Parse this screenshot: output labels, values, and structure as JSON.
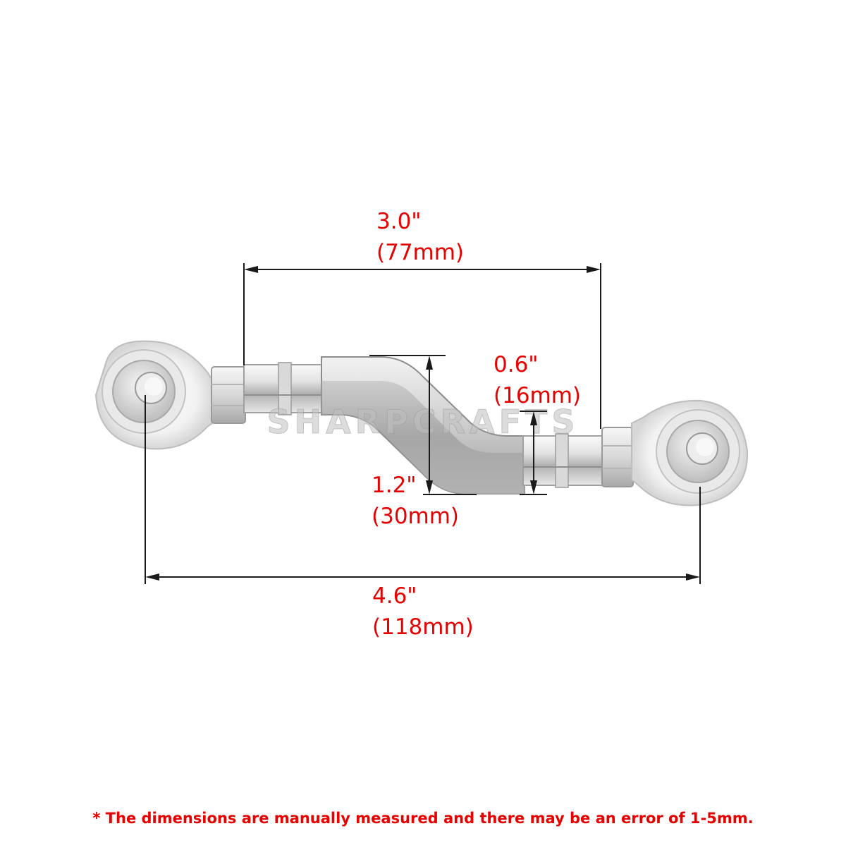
{
  "product": {
    "name": "adjustable rod with rod end bearings",
    "watermark": "SHARPCRAFTS"
  },
  "dimensions": {
    "overall_length": {
      "inches": "4.6\"",
      "mm": "(118mm)"
    },
    "center_length": {
      "inches": "3.0\"",
      "mm": "(77mm)"
    },
    "offset": {
      "inches": "1.2\"",
      "mm": "(30mm)"
    },
    "diameter": {
      "inches": "0.6\"",
      "mm": "(16mm)"
    }
  },
  "footnote": "* The dimensions are manually measured and there may be an error of 1-5mm.",
  "colors": {
    "label": "#e60000",
    "dimension_line": "#1a1a1a",
    "metal_light": "#f4f4f4",
    "metal_mid": "#cfcfcf",
    "metal_dark": "#8a8a8a"
  }
}
